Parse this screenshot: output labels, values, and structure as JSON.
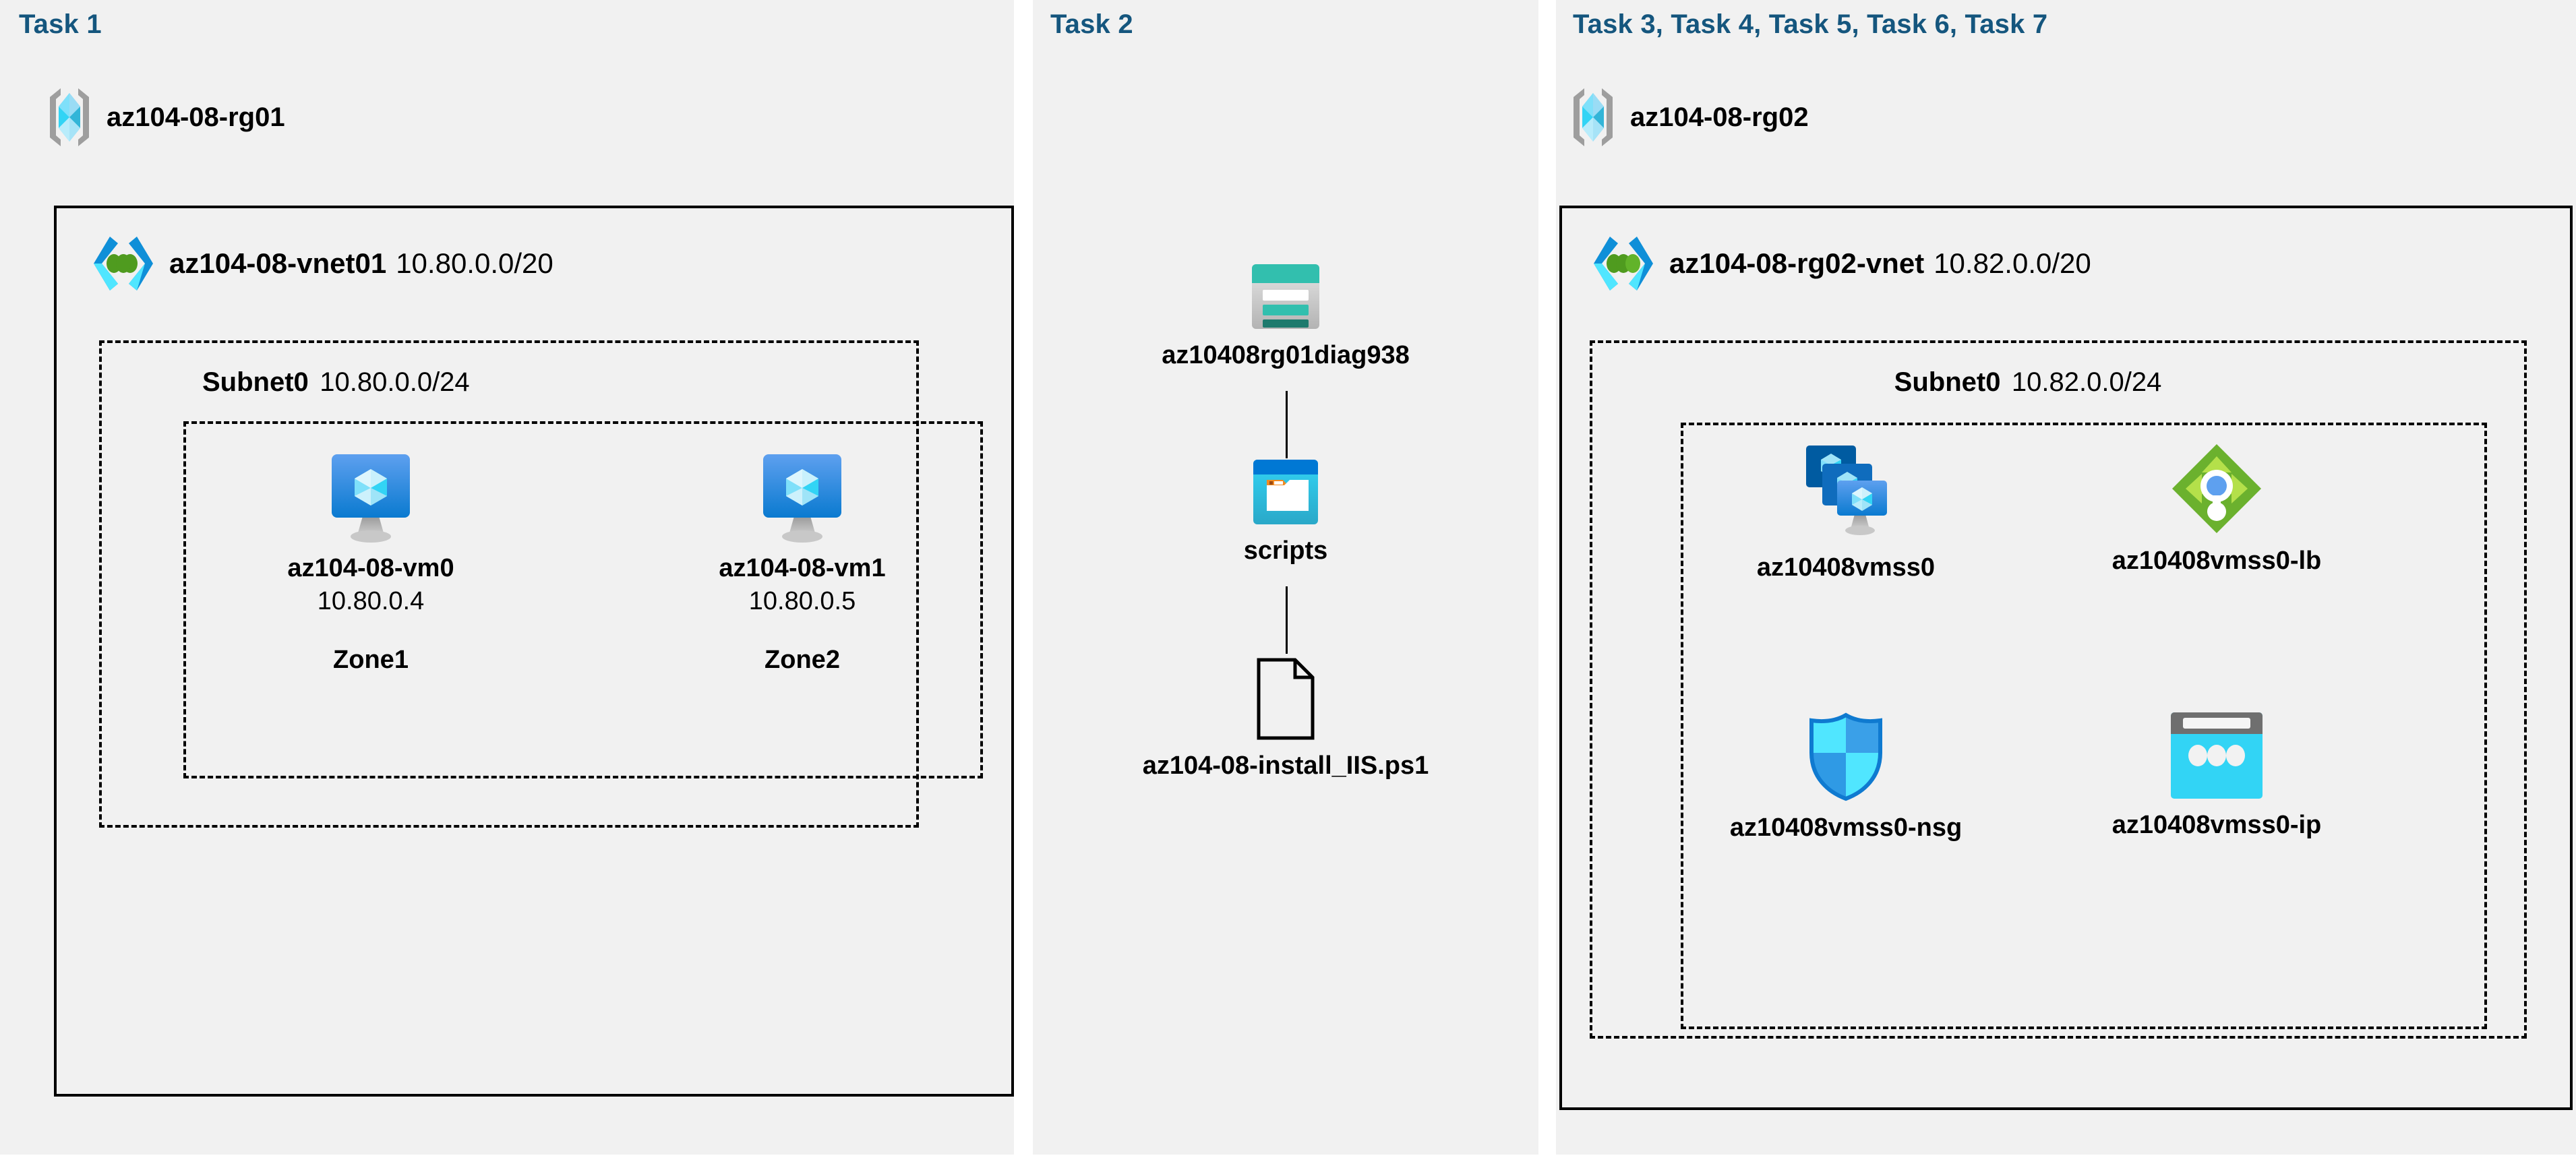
{
  "panels": [
    {
      "task_label": "Task 1",
      "resource_group": {
        "name": "az104-08-rg01",
        "icon": "resource-group-icon"
      },
      "vnet": {
        "name": "az104-08-vnet01",
        "cidr": "10.80.0.0/20",
        "icon": "virtual-network-icon"
      },
      "subnet": {
        "name": "Subnet0",
        "cidr": "10.80.0.0/24"
      },
      "vms": [
        {
          "name": "az104-08-vm0",
          "ip": "10.80.0.4",
          "zone": "Zone1",
          "icon": "virtual-machine-icon"
        },
        {
          "name": "az104-08-vm1",
          "ip": "10.80.0.5",
          "zone": "Zone2",
          "icon": "virtual-machine-icon"
        }
      ]
    },
    {
      "task_label": "Task 2",
      "items": [
        {
          "name": "az10408rg01diag938",
          "icon": "storage-account-icon"
        },
        {
          "name": "scripts",
          "icon": "blob-container-icon"
        },
        {
          "name": "az104-08-install_IIS.ps1",
          "icon": "script-file-icon"
        }
      ]
    },
    {
      "task_label": "Task 3, Task 4, Task 5, Task 6, Task 7",
      "resource_group": {
        "name": "az104-08-rg02",
        "icon": "resource-group-icon"
      },
      "vnet": {
        "name": "az104-08-rg02-vnet",
        "cidr": "10.82.0.0/20",
        "icon": "virtual-network-icon"
      },
      "subnet": {
        "name": "Subnet0",
        "cidr": "10.82.0.0/24"
      },
      "resources": [
        {
          "name": "az10408vmss0",
          "icon": "vm-scale-set-icon"
        },
        {
          "name": "az10408vmss0-lb",
          "icon": "load-balancer-icon"
        },
        {
          "name": "az10408vmss0-nsg",
          "icon": "network-security-group-icon"
        },
        {
          "name": "az10408vmss0-ip",
          "icon": "public-ip-address-icon"
        }
      ]
    }
  ],
  "colors": {
    "panel_background": "#f1f1f1",
    "task_label": "#15567e",
    "border": "#000000",
    "azure_blue": "#0078d4",
    "azure_cyan": "#32d4f5",
    "storage_teal": "#32bfae",
    "lb_green": "#6bb12e"
  }
}
